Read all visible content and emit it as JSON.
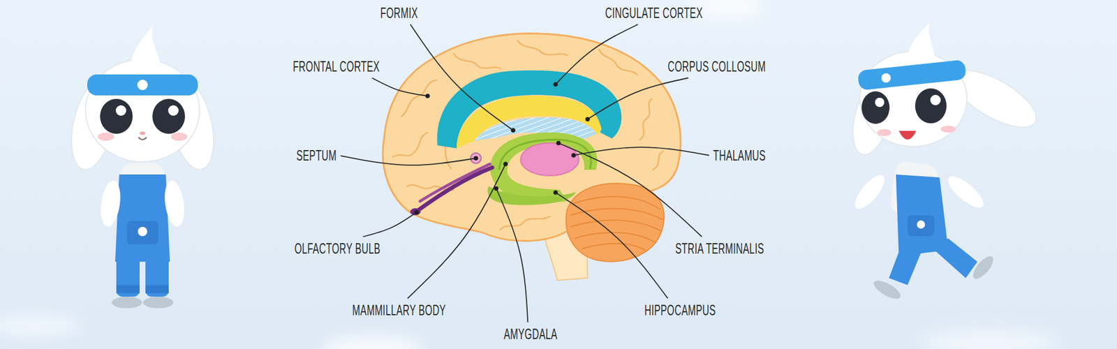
{
  "diagram": {
    "labels": [
      "FORMIX",
      "CINGULATE CORTEX",
      "FRONTAL CORTEX",
      "CORPUS COLLOSUM",
      "SEPTUM",
      "THALAMUS",
      "OLFACTORY BULB",
      "STRIA TERMINALIS",
      "MAMMILLARY BODY",
      "HIPPOCAMPUS",
      "AMYGDALA"
    ]
  }
}
